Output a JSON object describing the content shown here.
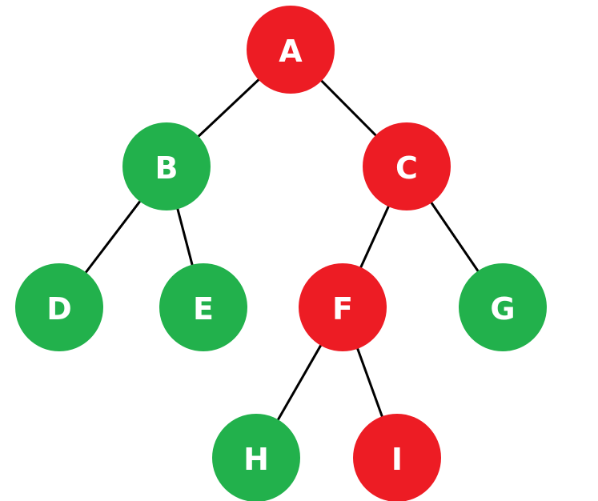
{
  "colors": {
    "red": "#ed1c24",
    "green": "#22b14c",
    "edge": "#000000",
    "label": "#ffffff"
  },
  "nodes": [
    {
      "id": "A",
      "label": "A",
      "color": "red"
    },
    {
      "id": "B",
      "label": "B",
      "color": "green"
    },
    {
      "id": "C",
      "label": "C",
      "color": "red"
    },
    {
      "id": "D",
      "label": "D",
      "color": "green"
    },
    {
      "id": "E",
      "label": "E",
      "color": "green"
    },
    {
      "id": "F",
      "label": "F",
      "color": "red"
    },
    {
      "id": "G",
      "label": "G",
      "color": "green"
    },
    {
      "id": "H",
      "label": "H",
      "color": "green"
    },
    {
      "id": "I",
      "label": "I",
      "color": "red"
    }
  ],
  "edges": [
    {
      "from": "A",
      "to": "B"
    },
    {
      "from": "A",
      "to": "C"
    },
    {
      "from": "B",
      "to": "D"
    },
    {
      "from": "B",
      "to": "E"
    },
    {
      "from": "C",
      "to": "F"
    },
    {
      "from": "C",
      "to": "G"
    },
    {
      "from": "F",
      "to": "H"
    },
    {
      "from": "F",
      "to": "I"
    }
  ]
}
